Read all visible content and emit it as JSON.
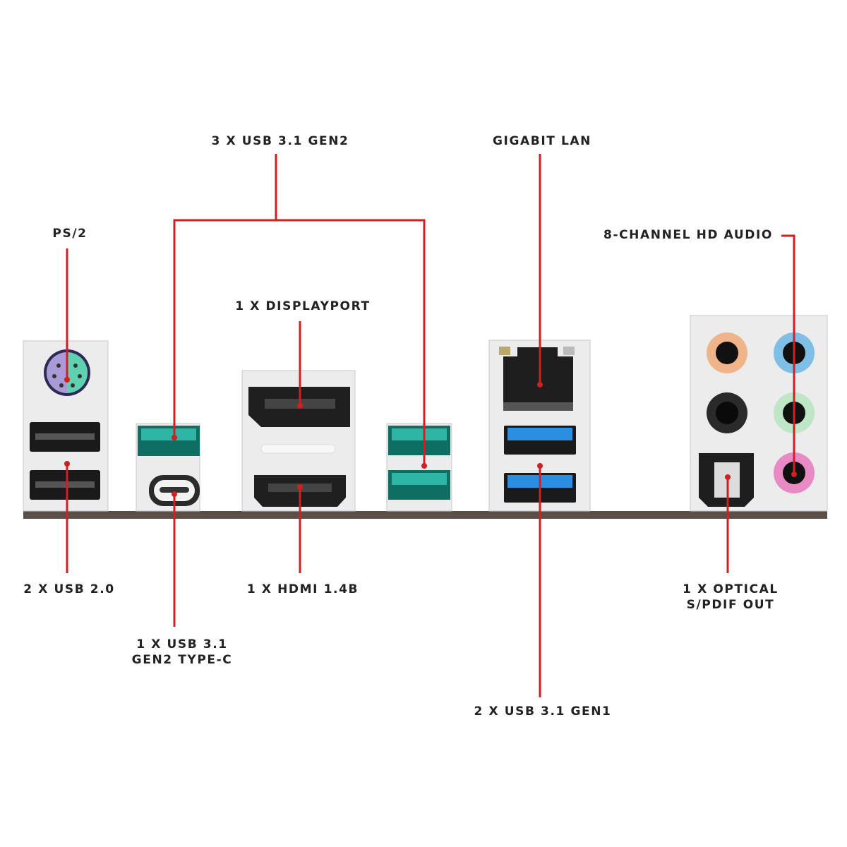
{
  "labels": {
    "ps2": "PS/2",
    "usb31_gen2": "3 X USB 3.1 GEN2",
    "gigabit_lan": "GIGABIT LAN",
    "audio": "8-CHANNEL HD AUDIO",
    "displayport": "1 X DISPLAYPORT",
    "usb20": "2 X USB 2.0",
    "hdmi": "1 X HDMI 1.4B",
    "optical_line1": "1 X OPTICAL",
    "optical_line2": "S/PDIF OUT",
    "typec_line1": "1 X USB 3.1",
    "typec_line2": "GEN2 TYPE-C",
    "usb31_gen1": "2 X USB 3.1 GEN1"
  },
  "colors": {
    "callout_line": "#d0201f",
    "usb_gen2_teal": "#2fb5a5",
    "usb_gen1_blue": "#2a8fe0",
    "ps2_purple": "#a89bd8",
    "ps2_green": "#5fd1b0",
    "audio_orange": "#f0b48a",
    "audio_blue": "#7fbfe6",
    "audio_green": "#bfe6c6",
    "audio_pink": "#e88ac4",
    "io_base": "#5a4f48"
  }
}
